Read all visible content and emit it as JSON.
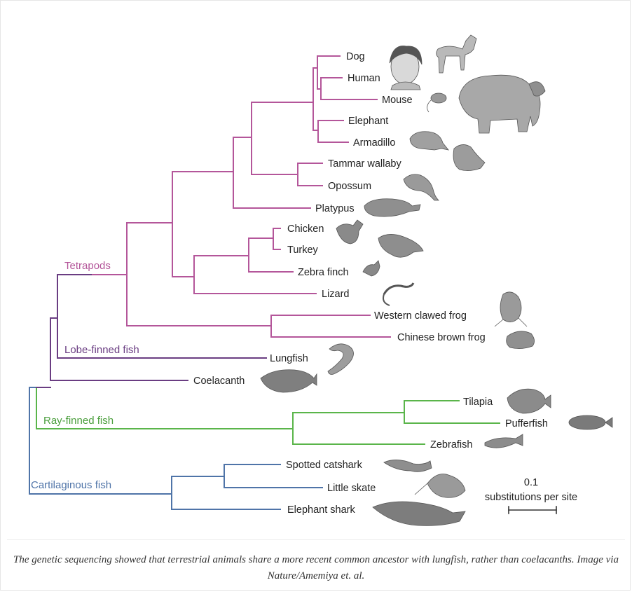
{
  "tree": {
    "leaves": {
      "dog": "Dog",
      "human": "Human",
      "mouse": "Mouse",
      "elephant": "Elephant",
      "armadillo": "Armadillo",
      "tammar_wallaby": "Tammar wallaby",
      "opossum": "Opossum",
      "platypus": "Platypus",
      "chicken": "Chicken",
      "turkey": "Turkey",
      "zebra_finch": "Zebra finch",
      "lizard": "Lizard",
      "western_clawed_frog": "Western clawed frog",
      "chinese_brown_frog": "Chinese brown frog",
      "lungfish": "Lungfish",
      "coelacanth": "Coelacanth",
      "tilapia": "Tilapia",
      "pufferfish": "Pufferfish",
      "zebrafish": "Zebrafish",
      "spotted_catshark": "Spotted catshark",
      "little_skate": "Little skate",
      "elephant_shark": "Elephant shark"
    },
    "groups": {
      "tetrapods": "Tetrapods",
      "lobe_finned": "Lobe-finned fish",
      "ray_finned": "Ray-finned fish",
      "cartilaginous": "Cartilaginous fish"
    },
    "colors": {
      "tetrapods": "#b4569a",
      "lobe_finned": "#6a3d82",
      "ray_finned": "#5ab54a",
      "cartilaginous": "#4f74a8"
    },
    "scale": {
      "value": "0.1",
      "unit": "substitutions per site"
    }
  },
  "caption": "The genetic sequencing showed that terrestrial animals share a more recent common ancestor with lungfish, rather than coelacanths. Image via Nature/Amemiya et. al."
}
